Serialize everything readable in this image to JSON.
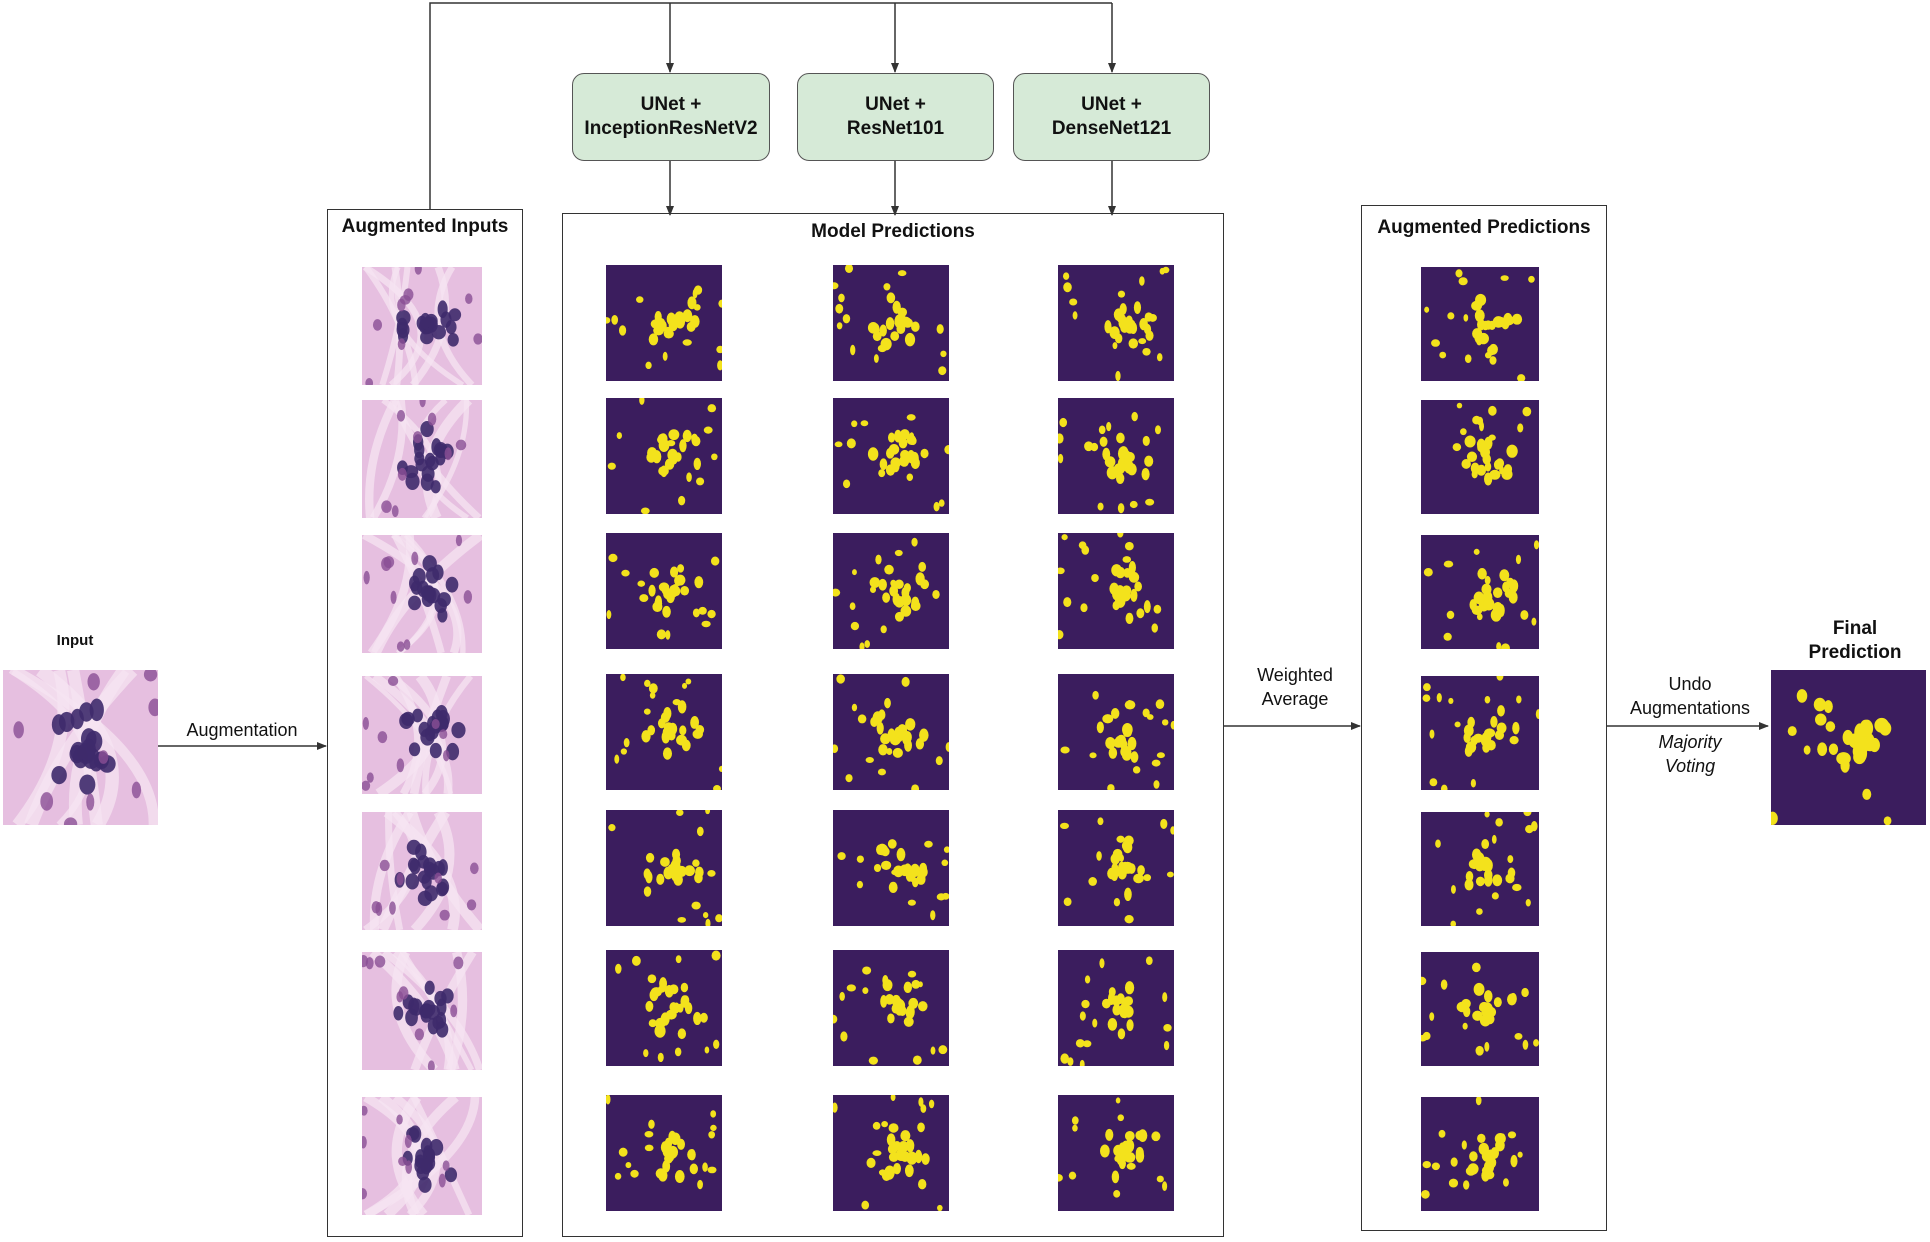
{
  "input": {
    "label": "Input"
  },
  "augmentation_label": "Augmentation",
  "augmented_inputs": {
    "title": "Augmented Inputs",
    "count": 7
  },
  "models": [
    {
      "line1": "UNet +",
      "line2": "InceptionResNetV2"
    },
    {
      "line1": "UNet +",
      "line2": "ResNet101"
    },
    {
      "line1": "UNet +",
      "line2": "DenseNet121"
    }
  ],
  "model_predictions": {
    "title": "Model Predictions",
    "rows": 7
  },
  "weighted_average": {
    "line1": "Weighted",
    "line2": "Average"
  },
  "augmented_predictions": {
    "title": "Augmented Predictions",
    "count": 7
  },
  "undo": {
    "line1": "Undo",
    "line2": "Augmentations",
    "line3": "Majority",
    "line4": "Voting"
  },
  "final": {
    "line1": "Final",
    "line2": "Prediction"
  },
  "colors": {
    "model_fill": "#d6ead7",
    "mask_background": "#3b1d5e",
    "mask_nucleus": "#f3e21c",
    "tissue_background": "#e6bfe0",
    "tissue_nucleus": "#3e2a6b"
  }
}
